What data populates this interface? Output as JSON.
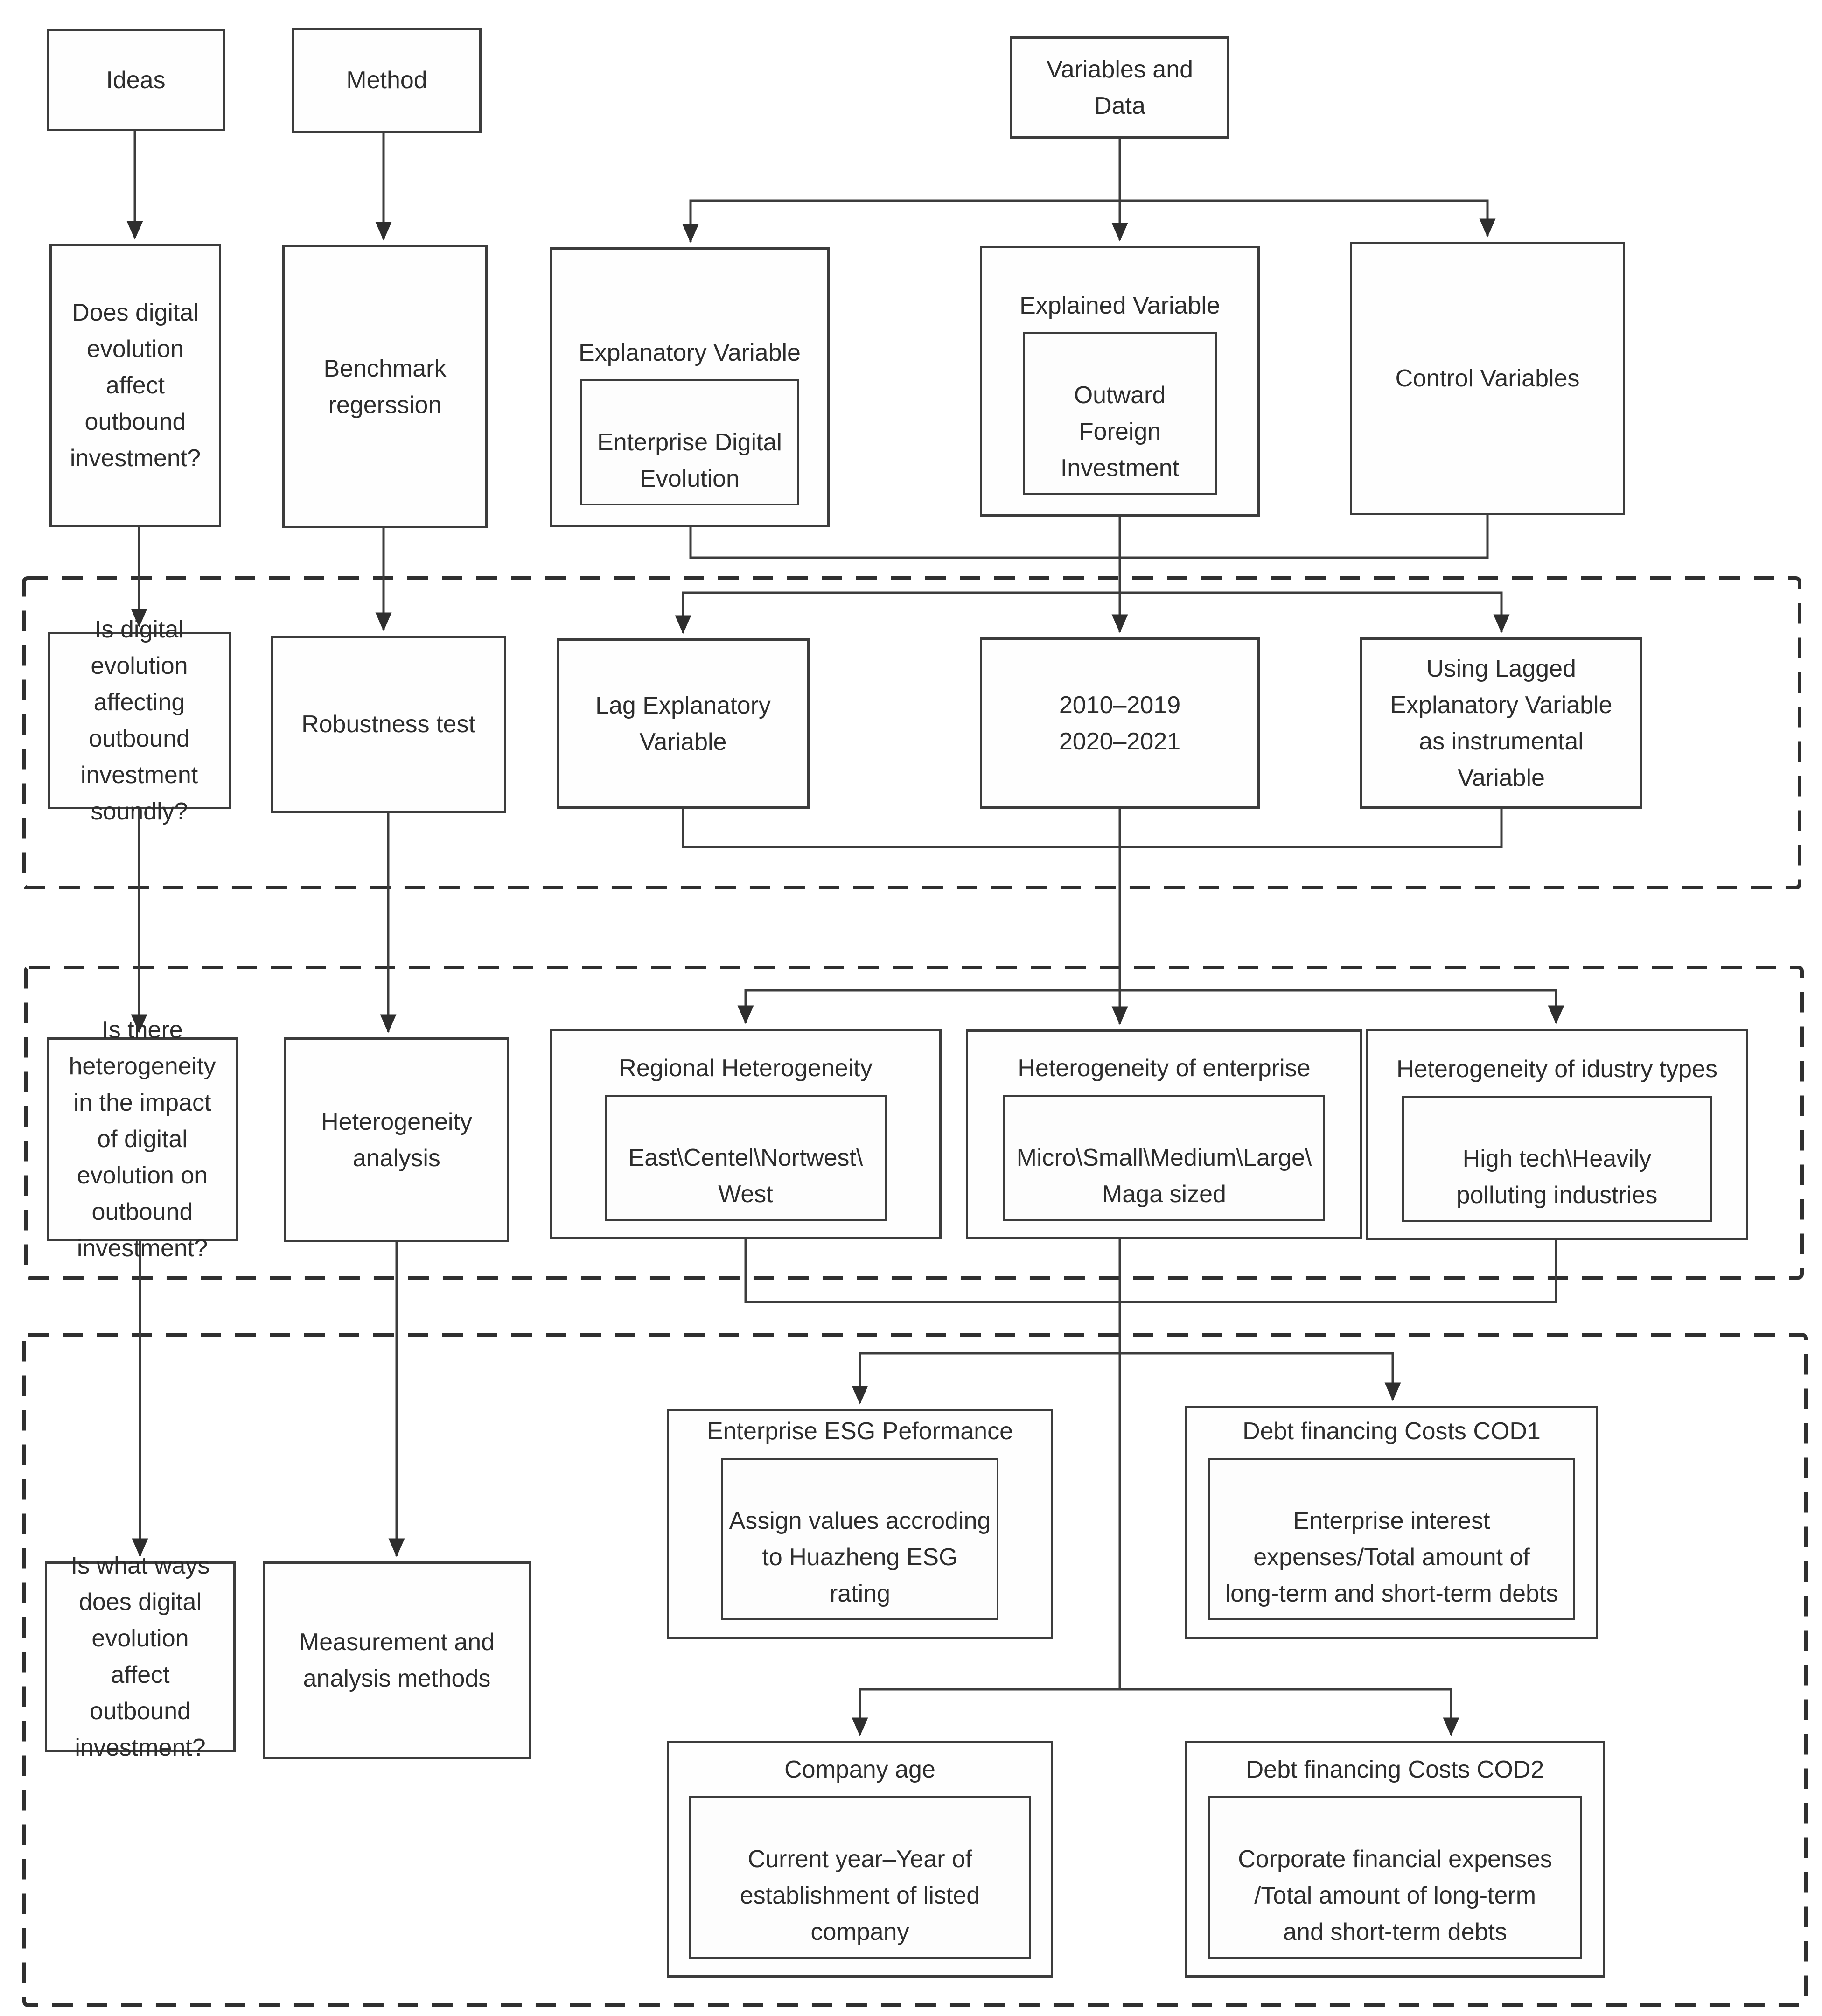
{
  "diagram_title": "Research framework flowchart",
  "colors": {
    "line": "#3c3c3c",
    "text": "#2d2d2d",
    "background": "#ffffff"
  },
  "nodes": {
    "ideas": {
      "label": "Ideas"
    },
    "method": {
      "label": "Method"
    },
    "variables_data": {
      "label": "Variables and\nData"
    },
    "q1": {
      "label": "Does digital\nevolution\naffect\noutbound\ninvestment?"
    },
    "benchmark": {
      "label": "Benchmark\nregerssion"
    },
    "explanatory": {
      "label": "Explanatory Variable",
      "value": "Enterprise Digital\nEvolution"
    },
    "explained": {
      "label": "Explained Variable",
      "value": "Outward Foreign\nInvestment"
    },
    "control": {
      "label": "Control Variables"
    },
    "q2": {
      "label": "Is digital\nevolution\naffecting\noutbound\ninvestment\nsoundly?"
    },
    "robustness": {
      "label": "Robustness test"
    },
    "lag": {
      "label": "Lag Explanatory\nVariable"
    },
    "years": {
      "label": "2010–2019\n2020–2021"
    },
    "using_lagged": {
      "label": "Using Lagged\nExplanatory Variable\nas instrumental\nVariable"
    },
    "q3": {
      "label": "Is there\nheterogeneity\nin the impact\nof digital\nevolution on\noutbound\ninvestment?"
    },
    "heterogeneity_analysis": {
      "label": "Heterogeneity\nanalysis"
    },
    "regional": {
      "label": "Regional Heterogeneity",
      "value": "East\\Centel\\Nortwest\\\nWest"
    },
    "enterprise_size": {
      "label": "Heterogeneity of enterprise",
      "value": "Micro\\Small\\Medium\\Large\\\nMaga sized"
    },
    "industry": {
      "label": "Heterogeneity of idustry types",
      "value": "High tech\\Heavily\npolluting industries"
    },
    "q4": {
      "label": "Is what ways\ndoes digital\nevolution\naffect\noutbound\ninvestment?"
    },
    "measurement": {
      "label": "Measurement and\nanalysis methods"
    },
    "esg": {
      "label": "Enterprise ESG Peformance",
      "value": "Assign values accroding\nto Huazheng ESG rating"
    },
    "cod1": {
      "label": "Debt financing Costs COD1",
      "value": "Enterprise interest\nexpenses/Total amount of\nlong-term and short-term debts"
    },
    "company_age": {
      "label": "Company age",
      "value": "Current year–Year of\nestablishment of listed\ncompany"
    },
    "cod2": {
      "label": "Debt financing Costs COD2",
      "value": "Corporate financial expenses\n/Total amount of long-term\nand short-term debts"
    }
  }
}
